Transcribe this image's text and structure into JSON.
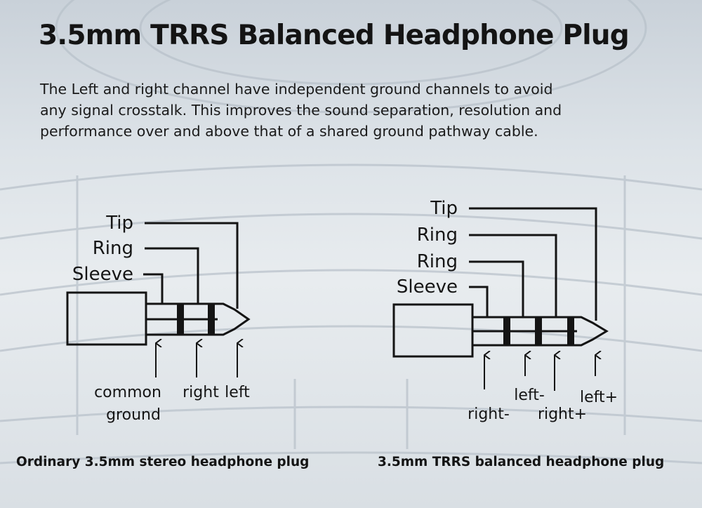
{
  "title": "3.5mm TRRS Balanced Headphone Plug",
  "description": {
    "line1": "The Left and right channel have independent ground channels to avoid",
    "line2": "any signal crosstalk.  This improves the sound separation, resolution and",
    "line3": "performance over and above that of a shared ground pathway cable."
  },
  "left_plug": {
    "pins": [
      "Tip",
      "Ring",
      "Sleeve"
    ],
    "signals": [
      "common",
      "ground",
      "right",
      "left"
    ],
    "caption": "Ordinary 3.5mm stereo headphone plug"
  },
  "right_plug": {
    "pins": [
      "Tip",
      "Ring",
      "Ring",
      "Sleeve"
    ],
    "signals": [
      "right-",
      "left-",
      "right+",
      "left+"
    ],
    "caption": "3.5mm TRRS balanced headphone plug"
  },
  "colors": {
    "ink": "#141414",
    "background": "#dde3e8"
  }
}
